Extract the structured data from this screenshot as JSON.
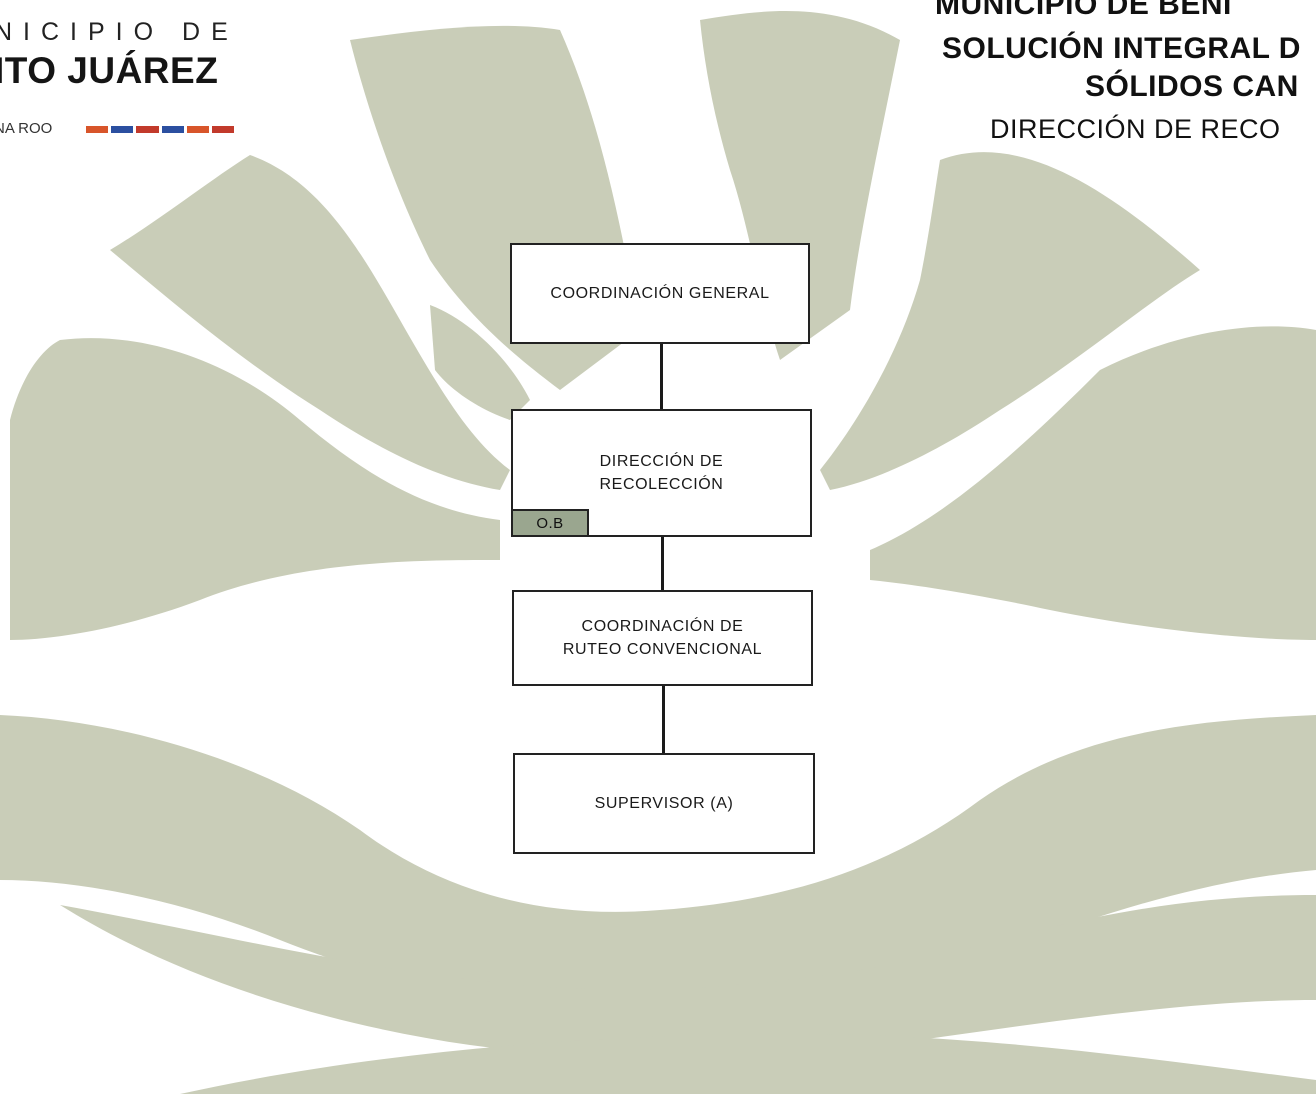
{
  "logo": {
    "top_text": "NICIPIO DE",
    "main_text": "ITO JUÁREZ",
    "sub_text": "NA ROO",
    "stripe_colors": [
      "#d8552a",
      "#2b4fa0",
      "#c23a2b",
      "#2b4fa0",
      "#d8552a",
      "#c23a2b"
    ]
  },
  "header": {
    "line1": "MUNICIPIO DE BENI",
    "line2": "SOLUCIÓN INTEGRAL D",
    "line3": "SÓLIDOS CAN",
    "line4": "DIRECCIÓN DE RECO"
  },
  "colors": {
    "background_shape": "#c9cdb8",
    "box_border": "#222222",
    "badge_fill": "#9aa68f"
  },
  "org_chart": {
    "nodes": [
      {
        "id": "coordinacion-general",
        "label": "COORDINACIÓN GENERAL"
      },
      {
        "id": "direccion-recoleccion",
        "label": "DIRECCIÓN DE\nRECOLECCIÓN",
        "badge": "O.B"
      },
      {
        "id": "coordinacion-ruteo",
        "label": "COORDINACIÓN DE\nRUTEO CONVENCIONAL"
      },
      {
        "id": "supervisor",
        "label": "SUPERVISOR (A)"
      }
    ]
  }
}
